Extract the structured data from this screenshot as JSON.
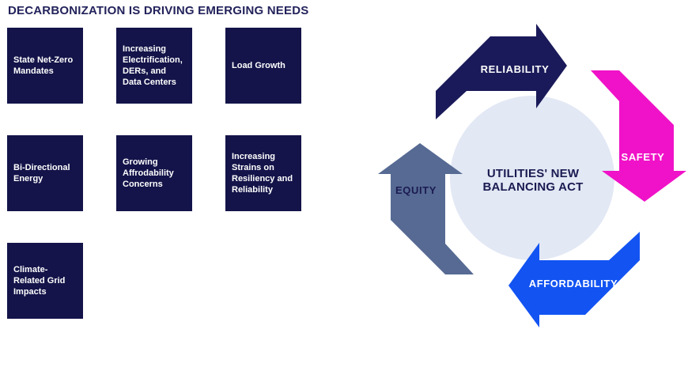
{
  "title": "DECARBONIZATION IS DRIVING EMERGING NEEDS",
  "boxes": [
    {
      "label": "State Net-Zero\nMandates"
    },
    {
      "label": "Increasing\nElectrification,\nDERs, and\nData Centers"
    },
    {
      "label": "Load Growth"
    },
    {
      "label": "Bi-Directional\nEnergy"
    },
    {
      "label": "Growing\nAffrodability\nConcerns"
    },
    {
      "label": "Increasing\nStrains on\nResiliency and\nReliability"
    },
    {
      "label": "Climate-\nRelated Grid\nImpacts"
    }
  ],
  "cycle": {
    "center_line1": "UTILITIES' NEW",
    "center_line2": "BALANCING ACT",
    "circle_color": "#e2e8f4",
    "arrows": [
      {
        "label": "RELIABILITY",
        "position": "top",
        "direction": "right",
        "color": "#1a1a5a",
        "text_color": "#ffffff"
      },
      {
        "label": "SAFETY",
        "position": "right",
        "direction": "down",
        "color": "#f012c8",
        "text_color": "#ffffff"
      },
      {
        "label": "AFFORDABILITY",
        "position": "bottom",
        "direction": "left",
        "color": "#1253f2",
        "text_color": "#ffffff"
      },
      {
        "label": "EQUITY",
        "position": "left",
        "direction": "up",
        "color": "#566a93",
        "text_color": "#1b1b52"
      }
    ]
  },
  "colors": {
    "background": "#ffffff",
    "title_text": "#23235c",
    "box_background": "#14144a",
    "box_text": "#ffffff",
    "center_text": "#1b1b52"
  }
}
